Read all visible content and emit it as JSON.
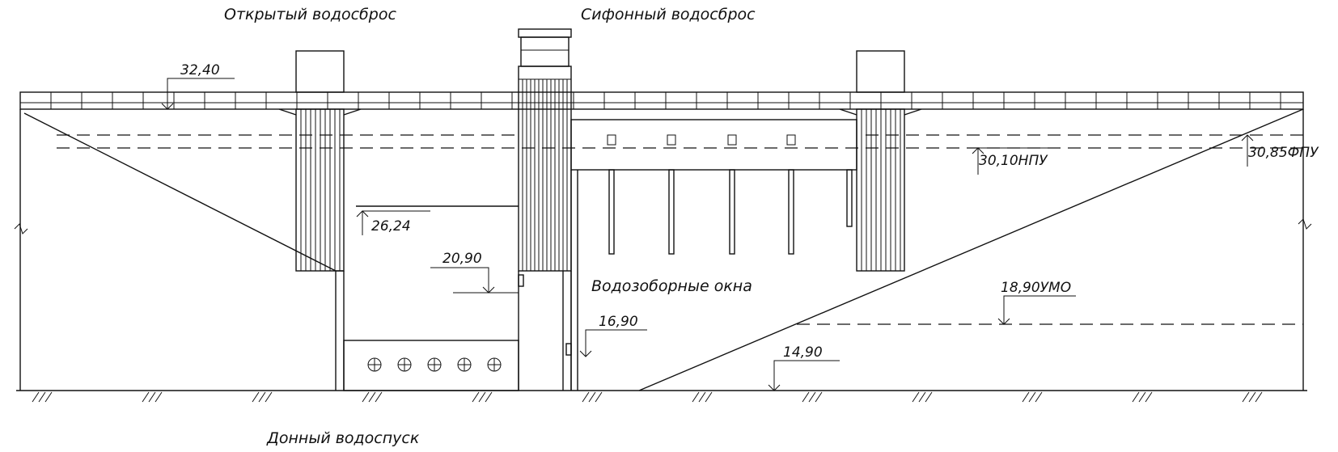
{
  "labels": {
    "open_spillway": "Открытый водосброс",
    "siphon_spillway": "Сифонный водосброс",
    "intake_windows": "Водозоборные окна",
    "bottom_outlet": "Донный водоспуск"
  },
  "elevations": {
    "crest": "32,40",
    "npu": "30,10НПУ",
    "fpu": "30,85ФПУ",
    "sill_open": "26,24",
    "siphon_level": "20,90",
    "intake_level": "16,90",
    "umo": "18,90УМО",
    "bottom": "14,90"
  }
}
